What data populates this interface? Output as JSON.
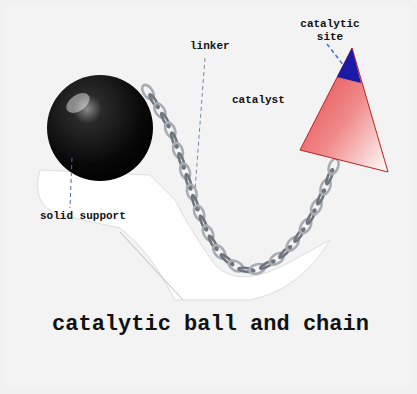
{
  "diagram": {
    "title": "catalytic ball and chain",
    "labels": [
      "catalytic site",
      "linker",
      "catalyst",
      "solid support"
    ]
  }
}
